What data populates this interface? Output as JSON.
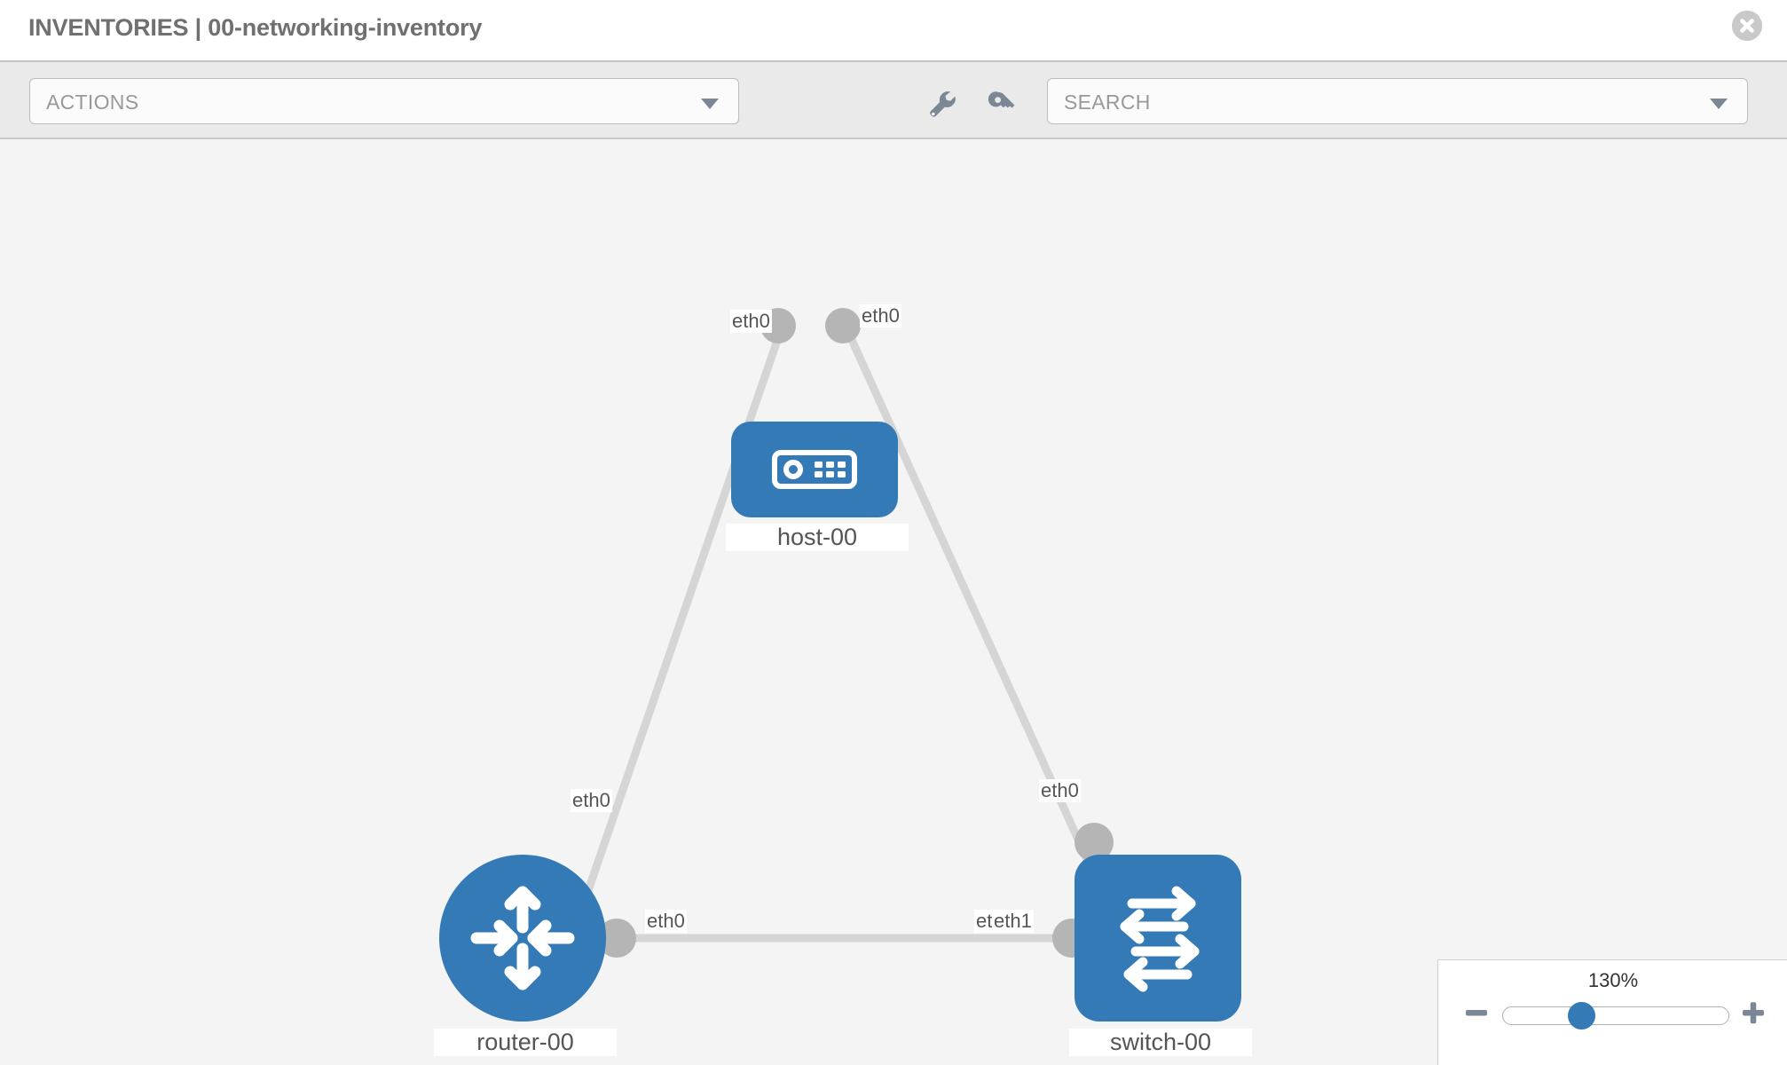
{
  "header": {
    "title": "INVENTORIES | 00-networking-inventory",
    "close_icon": "close-circle-icon"
  },
  "toolbar": {
    "actions_label": "ACTIONS",
    "actions_caret_icon": "chevron-down-icon",
    "wrench_icon": "wrench-icon",
    "key_icon": "key-icon",
    "search_placeholder": "SEARCH",
    "search_value": "",
    "search_caret_icon": "chevron-down-icon"
  },
  "topology": {
    "nodes": [
      {
        "id": "host-00",
        "label": "host-00",
        "type": "host",
        "icon": "server-appliance-icon",
        "color": "#337ab7"
      },
      {
        "id": "router-00",
        "label": "router-00",
        "type": "router",
        "icon": "router-arrows-icon",
        "color": "#337ab7"
      },
      {
        "id": "switch-00",
        "label": "switch-00",
        "type": "switch",
        "icon": "switch-arrows-icon",
        "color": "#337ab7"
      }
    ],
    "edges": [
      {
        "from": "router-00",
        "to": "host-00",
        "from_iface": "eth0",
        "to_iface": "eth0"
      },
      {
        "from": "host-00",
        "to": "switch-00",
        "from_iface": "eth0",
        "to_iface": "eth0"
      },
      {
        "from": "router-00",
        "to": "switch-00",
        "from_iface": "eth0",
        "to_iface": "eth1"
      }
    ],
    "iface_labels": {
      "host_left": "eth0",
      "host_right": "eth0",
      "router_up": "eth0",
      "switch_up": "eth0",
      "router_right": "eth0",
      "switch_left_a": "eth",
      "switch_left_b": "eth1"
    },
    "edge_color": "#d5d5d5",
    "nub_color": "#b5b5b5"
  },
  "zoom": {
    "value_label": "130%",
    "minus_icon": "minus-icon",
    "plus_icon": "plus-icon",
    "slider_percent": 130
  }
}
